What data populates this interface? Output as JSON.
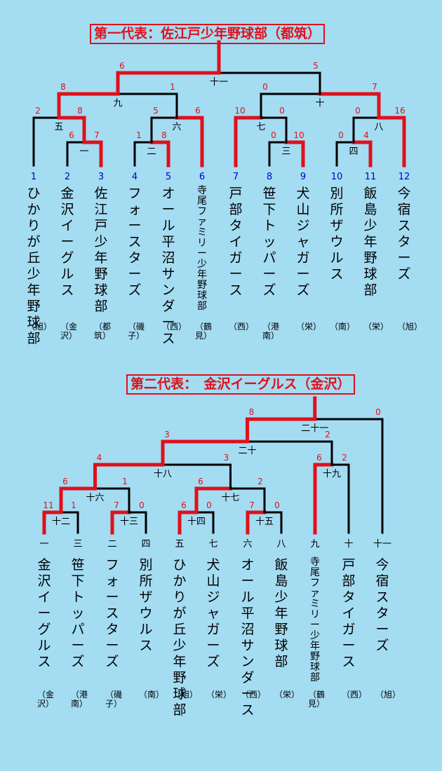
{
  "bracket1": {
    "title": "第一代表：佐江戸少年野球部（都筑）",
    "teams": [
      {
        "seed": "1",
        "name": "ひかりが丘少年野球部",
        "region": "（旭）"
      },
      {
        "seed": "2",
        "name": "金沢イーグルス",
        "region": "（金沢）"
      },
      {
        "seed": "3",
        "name": "佐江戸少年野球部",
        "region": "（都筑）"
      },
      {
        "seed": "4",
        "name": "フォースターズ",
        "region": "（磯子）"
      },
      {
        "seed": "5",
        "name": "オール平沼サンダース",
        "region": "（西）"
      },
      {
        "seed": "6",
        "name": "寺尾ファミリー少年野球部",
        "region": "（鶴見）"
      },
      {
        "seed": "7",
        "name": "戸部タイガース",
        "region": "（西）"
      },
      {
        "seed": "8",
        "name": "笹下トッパーズ",
        "region": "（港南）"
      },
      {
        "seed": "9",
        "name": "犬山ジャガーズ",
        "region": "（栄）"
      },
      {
        "seed": "10",
        "name": "別所ザウルス",
        "region": "（南）"
      },
      {
        "seed": "11",
        "name": "飯島少年野球部",
        "region": "（栄）"
      },
      {
        "seed": "12",
        "name": "今宿スターズ",
        "region": "（旭）"
      }
    ],
    "matches": [
      {
        "num": "一",
        "left": {
          "score": "6",
          "win": false
        },
        "right": {
          "score": "7",
          "win": true
        }
      },
      {
        "num": "二",
        "left": {
          "score": "1",
          "win": false
        },
        "right": {
          "score": "8",
          "win": true
        }
      },
      {
        "num": "三",
        "left": {
          "score": "0",
          "win": false
        },
        "right": {
          "score": "10",
          "win": true
        }
      },
      {
        "num": "四",
        "left": {
          "score": "0",
          "win": false
        },
        "right": {
          "score": "4",
          "win": true
        }
      },
      {
        "num": "五",
        "left": {
          "score": "2",
          "win": false
        },
        "right": {
          "score": "8",
          "win": true
        }
      },
      {
        "num": "六",
        "left": {
          "score": "5",
          "win": false
        },
        "right": {
          "score": "6",
          "win": true
        }
      },
      {
        "num": "七",
        "left": {
          "score": "10",
          "win": true
        },
        "right": {
          "score": "0",
          "win": false
        }
      },
      {
        "num": "八",
        "left": {
          "score": "0",
          "win": false
        },
        "right": {
          "score": "16",
          "win": true
        }
      },
      {
        "num": "九",
        "left": {
          "score": "8",
          "win": true
        },
        "right": {
          "score": "1",
          "win": false
        }
      },
      {
        "num": "十",
        "left": {
          "score": "0",
          "win": false
        },
        "right": {
          "score": "7",
          "win": true
        }
      },
      {
        "num": "十一",
        "left": {
          "score": "6",
          "win": true
        },
        "right": {
          "score": "5",
          "win": false
        }
      }
    ]
  },
  "bracket2": {
    "title": "第二代表：　金沢イーグルス（金沢）",
    "teams": [
      {
        "seed": "一",
        "name": "金沢イーグルス",
        "region": "（金沢）"
      },
      {
        "seed": "三",
        "name": "笹下トッパーズ",
        "region": "（港南）"
      },
      {
        "seed": "二",
        "name": "フォースターズ",
        "region": "（磯子）"
      },
      {
        "seed": "四",
        "name": "別所ザウルス",
        "region": "（南）"
      },
      {
        "seed": "五",
        "name": "ひかりが丘少年野球部",
        "region": "（旭）"
      },
      {
        "seed": "七",
        "name": "犬山ジャガーズ",
        "region": "（栄）"
      },
      {
        "seed": "六",
        "name": "オール平沼サンダース",
        "region": "（西）"
      },
      {
        "seed": "八",
        "name": "飯島少年野球部",
        "region": "（栄）"
      },
      {
        "seed": "九",
        "name": "寺尾ファミリー少年野球部",
        "region": "（鶴見）"
      },
      {
        "seed": "十",
        "name": "戸部タイガース",
        "region": "（西）"
      },
      {
        "seed": "十一",
        "name": "今宿スターズ",
        "region": "（旭）"
      }
    ],
    "matches": [
      {
        "num": "十二",
        "left": {
          "score": "11",
          "win": true
        },
        "right": {
          "score": "1",
          "win": false
        }
      },
      {
        "num": "十三",
        "left": {
          "score": "7",
          "win": true
        },
        "right": {
          "score": "0",
          "win": false
        }
      },
      {
        "num": "十四",
        "left": {
          "score": "6",
          "win": true
        },
        "right": {
          "score": "0",
          "win": false
        }
      },
      {
        "num": "十五",
        "left": {
          "score": "7",
          "win": true
        },
        "right": {
          "score": "0",
          "win": false
        }
      },
      {
        "num": "十六",
        "left": {
          "score": "6",
          "win": true
        },
        "right": {
          "score": "1",
          "win": false
        }
      },
      {
        "num": "十七",
        "left": {
          "score": "6",
          "win": true
        },
        "right": {
          "score": "2",
          "win": false
        }
      },
      {
        "num": "十八",
        "left": {
          "score": "4",
          "win": true
        },
        "right": {
          "score": "3",
          "win": false
        }
      },
      {
        "num": "十九",
        "left": {
          "score": "6",
          "win": true
        },
        "right": {
          "score": "2",
          "win": false
        }
      },
      {
        "num": "二十",
        "left": {
          "score": "3",
          "win": true
        },
        "right": {
          "score": "2",
          "win": false
        }
      },
      {
        "num": "二十一",
        "left": {
          "score": "8",
          "win": true
        },
        "right": {
          "score": "0",
          "win": false
        }
      }
    ]
  },
  "colors": {
    "background": "#a4dcf2",
    "winner_line": "#e0101a",
    "loser_line": "#000000",
    "score_text": "#e0101a",
    "seed_text": "#0000cc"
  }
}
